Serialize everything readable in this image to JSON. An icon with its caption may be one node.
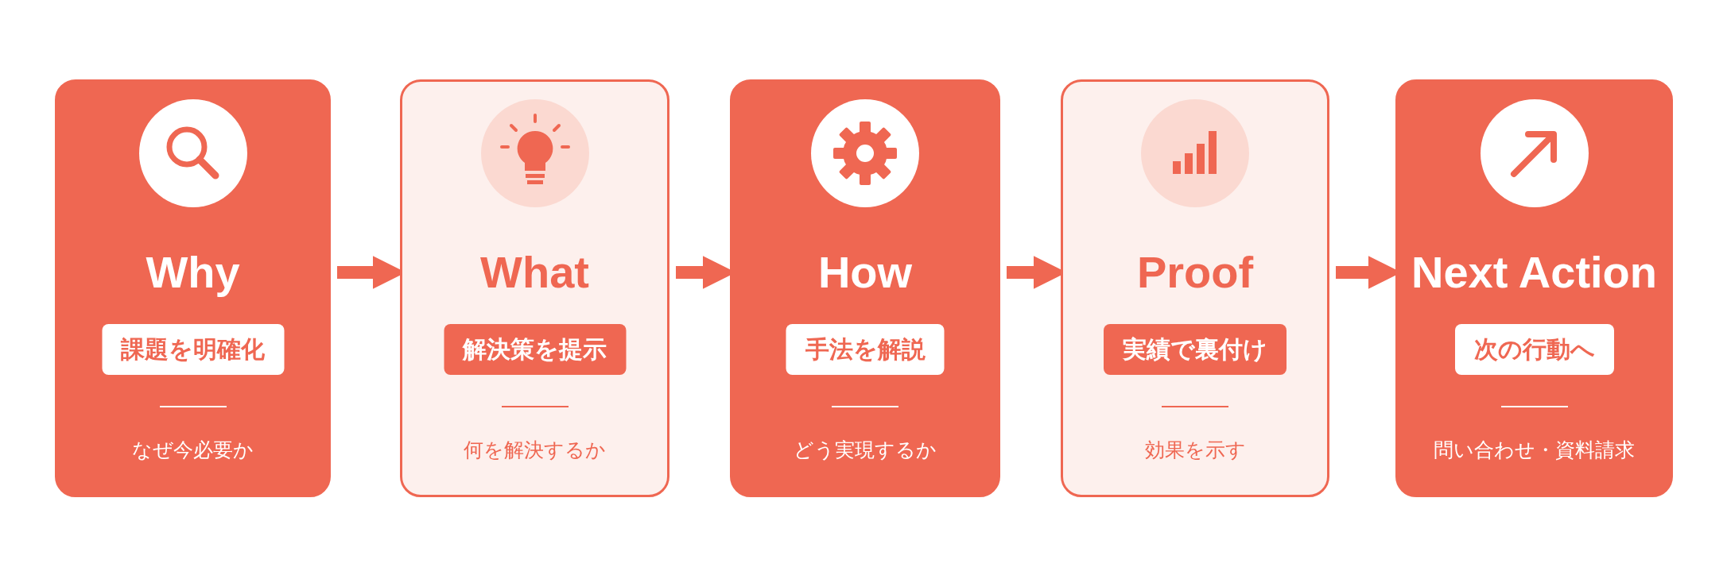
{
  "diagram": {
    "nodes": [
      {
        "text": [
          "Why",
          "なぜ今必要か"
        ]
      },
      {
        "text": [
          "課題を明確化"
        ],
        "in": 0
      },
      {
        "text": [
          "What",
          "何を解決するか"
        ]
      },
      {
        "text": [
          "解決策を提示"
        ],
        "in": 2
      },
      {
        "text": [
          "How",
          "どう実現するか"
        ]
      },
      {
        "text": [
          "手法を解説"
        ],
        "in": 4
      },
      {
        "text": [
          "Proof",
          "効果を示す"
        ]
      },
      {
        "text": [
          "実績で裏付け"
        ],
        "in": 6
      },
      {
        "text": [
          "Next Action",
          "問い合わせ・資料請求"
        ]
      },
      {
        "text": [
          "次の行動へ"
        ],
        "in": 8
      }
    ],
    "edges": [
      {
        "from": 0,
        "to": 2,
        "arrow": "to"
      },
      {
        "from": 2,
        "to": 4,
        "arrow": "to"
      },
      {
        "from": 4,
        "to": 6,
        "arrow": "to"
      },
      {
        "from": 6,
        "to": 8,
        "arrow": "to"
      }
    ]
  }
}
